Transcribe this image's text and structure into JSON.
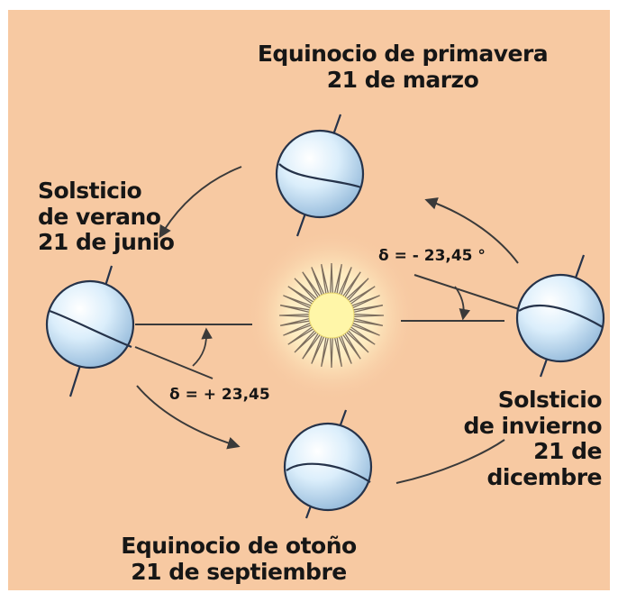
{
  "labels": {
    "spring_equinox": {
      "title": "Equinocio de primavera",
      "date": "21 de marzo"
    },
    "summer_solstice": {
      "line1": "Solsticio",
      "line2": "de verano",
      "date": "21 de junio"
    },
    "winter_solstice": {
      "line1": "Solsticio",
      "line2": "de invierno",
      "line3": "21 de",
      "line4": "dicembre"
    },
    "autumn_equinox": {
      "title": "Equinocio de otoño",
      "date": "21 de septiembre"
    },
    "declination_summer": "δ = + 23,45",
    "declination_winter": "δ = - 23,45 °"
  },
  "colors": {
    "background": "#f7c9a2",
    "globe_fill": "#cfe6f7",
    "globe_stroke": "#26334a",
    "sun_rays": "#7d6e5e",
    "sun_core": "#fff6a8",
    "lines": "#3a3a3a",
    "text": "#161616"
  }
}
